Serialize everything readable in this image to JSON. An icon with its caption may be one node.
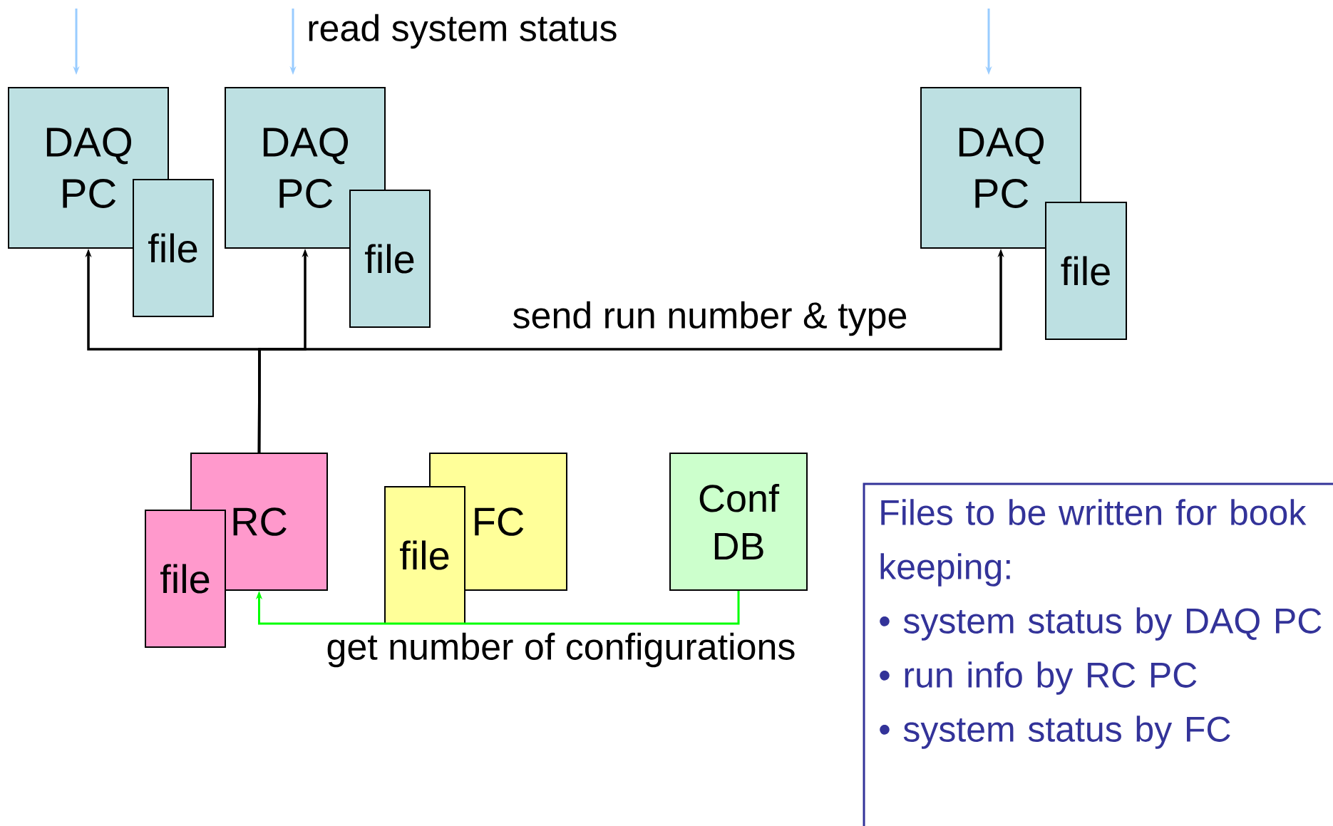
{
  "diagram": {
    "nodes": [
      {
        "text": [
          "DAQ PC"
        ]
      },
      {
        "text": [
          "file"
        ]
      },
      {
        "text": [
          "DAQ PC"
        ]
      },
      {
        "text": [
          "file"
        ]
      },
      {
        "text": [
          "DAQ PC"
        ]
      },
      {
        "text": [
          "file"
        ]
      },
      {
        "text": [
          "RC"
        ]
      },
      {
        "text": [
          "file"
        ]
      },
      {
        "text": [
          "FC"
        ]
      },
      {
        "text": [
          "file"
        ]
      },
      {
        "text": [
          "Conf DB"
        ]
      },
      {
        "text": [
          "Files to be written for book keeping:",
          "• system status by DAQ PC",
          "• run info by RC PC",
          "• system status by FC"
        ]
      }
    ],
    "edges": [
      {
        "from": 6,
        "to": 0,
        "arrow": "to"
      },
      {
        "from": 6,
        "to": 2,
        "arrow": "to"
      },
      {
        "from": 6,
        "to": 4,
        "arrow": "to",
        "label": "send run number & type"
      },
      {
        "from": 10,
        "to": 6,
        "arrow": "to",
        "color": "#00ff00",
        "label": "get number of configurations"
      },
      {
        "from": null,
        "to": 0,
        "arrow": "to",
        "color": "#99ccff"
      },
      {
        "from": null,
        "to": 2,
        "arrow": "to",
        "color": "#99ccff"
      },
      {
        "from": null,
        "to": 4,
        "arrow": "to",
        "color": "#99ccff"
      }
    ],
    "labels": [
      "read system status"
    ]
  }
}
